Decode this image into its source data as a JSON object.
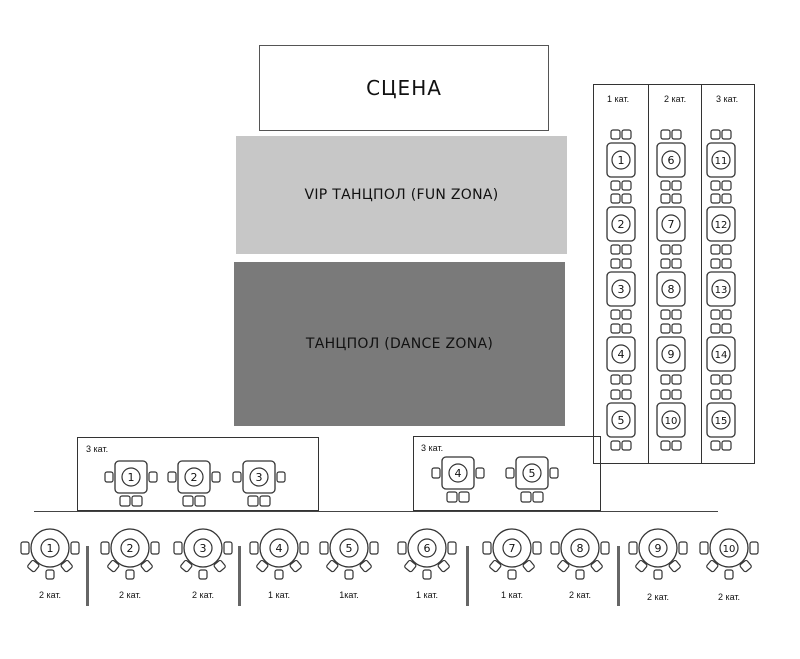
{
  "zones": {
    "stage": "СЦЕНА",
    "vip": "VIP ТАНЦПОЛ (FUN ZONA)",
    "dance": "ТАНЦПОЛ (DANCE ZONA)"
  },
  "right_section": {
    "columns": [
      {
        "label": "1 кат.",
        "tables": [
          "1",
          "2",
          "3",
          "4",
          "5"
        ]
      },
      {
        "label": "2 кат.",
        "tables": [
          "6",
          "7",
          "8",
          "9",
          "10"
        ]
      },
      {
        "label": "3 кат.",
        "tables": [
          "11",
          "12",
          "13",
          "14",
          "15"
        ]
      }
    ]
  },
  "left_box": {
    "label": "3 кат.",
    "tables": [
      "1",
      "2",
      "3"
    ]
  },
  "middle_box": {
    "label": "3 кат.",
    "tables": [
      "4",
      "5"
    ]
  },
  "bottom_row": {
    "tables": [
      {
        "num": "1",
        "cat": "2 кат."
      },
      {
        "num": "2",
        "cat": "2 кат."
      },
      {
        "num": "3",
        "cat": "2 кат."
      },
      {
        "num": "4",
        "cat": "1 кат."
      },
      {
        "num": "5",
        "cat": "1кат."
      },
      {
        "num": "6",
        "cat": "1 кат."
      },
      {
        "num": "7",
        "cat": "1 кат."
      },
      {
        "num": "8",
        "cat": "2 кат."
      },
      {
        "num": "9",
        "cat": "2 кат."
      },
      {
        "num": "10",
        "cat": "2 кат."
      }
    ]
  },
  "colors": {
    "stroke": "#333333",
    "vip": "#c7c7c7",
    "dance": "#7a7a7a"
  }
}
